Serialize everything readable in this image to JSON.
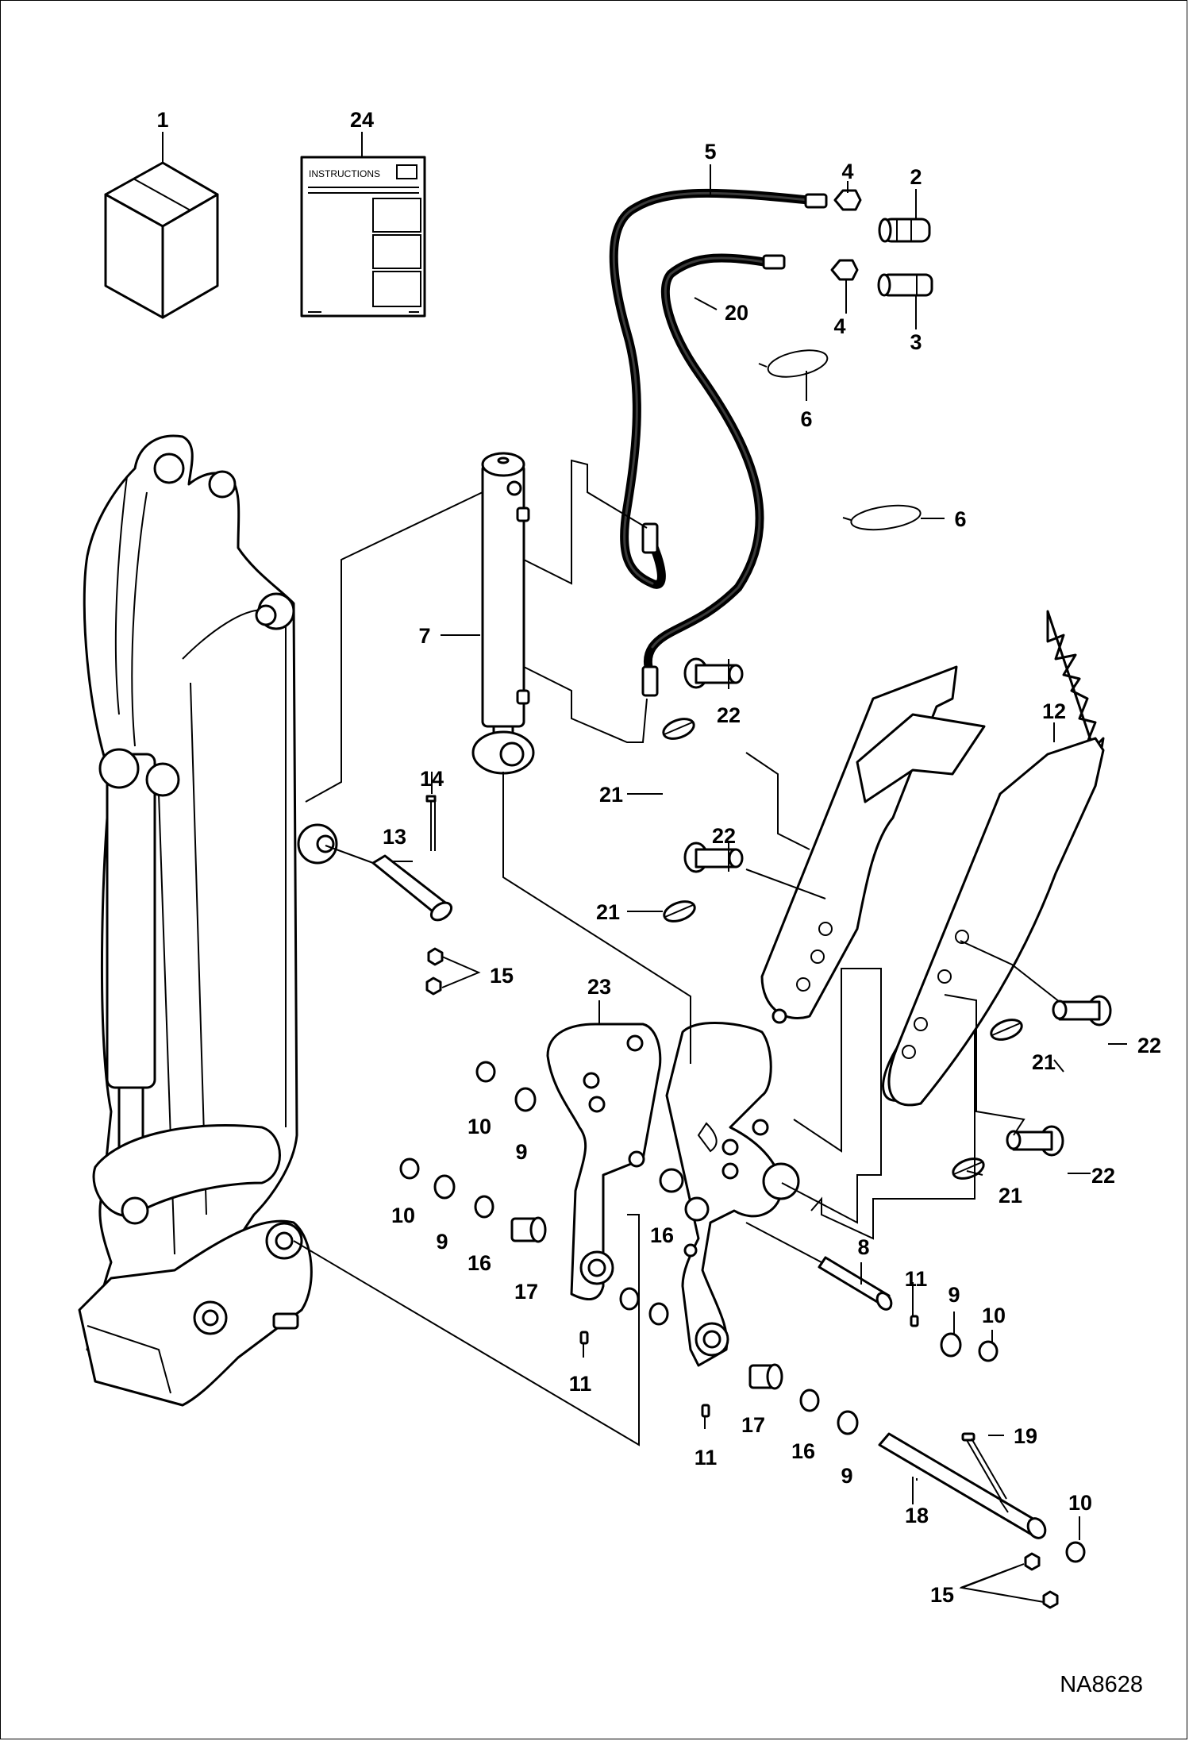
{
  "diagram": {
    "drawing_id": "NA8628",
    "instruction_sheet_title": "INSTRUCTIONS",
    "callouts": [
      {
        "id": "c1",
        "label": "1"
      },
      {
        "id": "c24",
        "label": "24"
      },
      {
        "id": "c5",
        "label": "5"
      },
      {
        "id": "c4a",
        "label": "4"
      },
      {
        "id": "c2",
        "label": "2"
      },
      {
        "id": "c20",
        "label": "20"
      },
      {
        "id": "c4b",
        "label": "4"
      },
      {
        "id": "c3",
        "label": "3"
      },
      {
        "id": "c6a",
        "label": "6"
      },
      {
        "id": "c6b",
        "label": "6"
      },
      {
        "id": "c7",
        "label": "7"
      },
      {
        "id": "c12",
        "label": "12"
      },
      {
        "id": "c22a",
        "label": "22"
      },
      {
        "id": "c21a",
        "label": "21"
      },
      {
        "id": "c22b",
        "label": "22"
      },
      {
        "id": "c21b",
        "label": "21"
      },
      {
        "id": "c14",
        "label": "14"
      },
      {
        "id": "c13",
        "label": "13"
      },
      {
        "id": "c15a",
        "label": "15"
      },
      {
        "id": "c23",
        "label": "23"
      },
      {
        "id": "c22c",
        "label": "22"
      },
      {
        "id": "c21c",
        "label": "21"
      },
      {
        "id": "c22d",
        "label": "22"
      },
      {
        "id": "c21d",
        "label": "21"
      },
      {
        "id": "c10a",
        "label": "10"
      },
      {
        "id": "c9a",
        "label": "9"
      },
      {
        "id": "c10b",
        "label": "10"
      },
      {
        "id": "c9b",
        "label": "9"
      },
      {
        "id": "c16a",
        "label": "16"
      },
      {
        "id": "c17a",
        "label": "17"
      },
      {
        "id": "c16b",
        "label": "16"
      },
      {
        "id": "c11a",
        "label": "11"
      },
      {
        "id": "c8",
        "label": "8"
      },
      {
        "id": "c11b",
        "label": "11"
      },
      {
        "id": "c9c",
        "label": "9"
      },
      {
        "id": "c10c",
        "label": "10"
      },
      {
        "id": "c11c",
        "label": "11"
      },
      {
        "id": "c17b",
        "label": "17"
      },
      {
        "id": "c16c",
        "label": "16"
      },
      {
        "id": "c9d",
        "label": "9"
      },
      {
        "id": "c19",
        "label": "19"
      },
      {
        "id": "c18",
        "label": "18"
      },
      {
        "id": "c10d",
        "label": "10"
      },
      {
        "id": "c15b",
        "label": "15"
      }
    ]
  }
}
